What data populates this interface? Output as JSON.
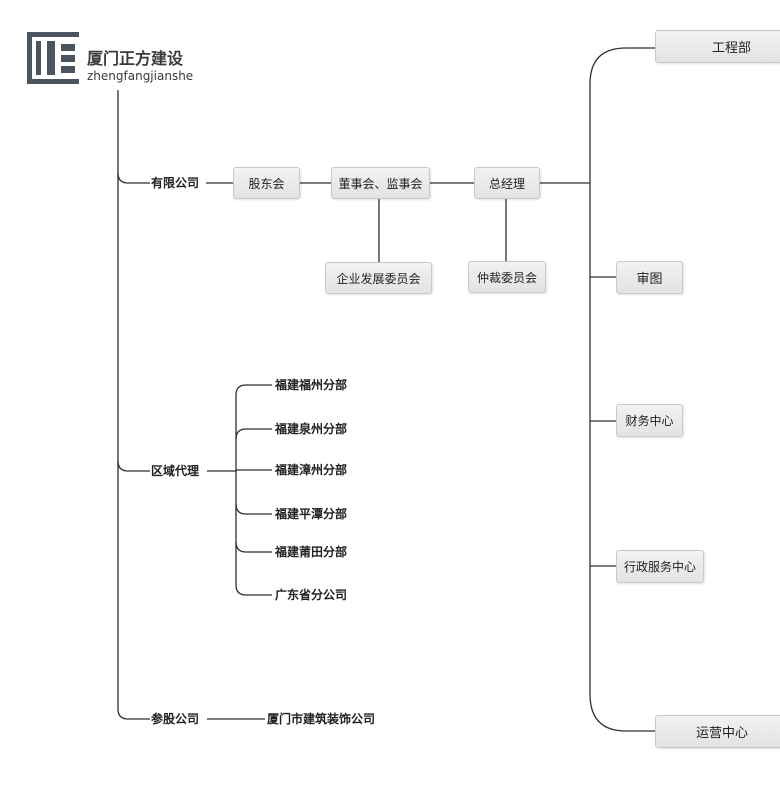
{
  "brand": {
    "name": "厦门正方建设",
    "pinyin": "zhengfangjianshe",
    "color": "#4a5560"
  },
  "branches": {
    "limited_company": "有限公司",
    "regional_agent": "区域代理",
    "affiliate": "参股公司"
  },
  "governance": {
    "shareholders": "股东会",
    "board": "董事会、监事会",
    "gm": "总经理",
    "development_committee": "企业发展委员会",
    "arbitration_committee": "仲裁委员会"
  },
  "regions": [
    "福建福州分部",
    "福建泉州分部",
    "福建漳州分部",
    "福建平潭分部",
    "福建莆田分部",
    "广东省分公司"
  ],
  "affiliate_company": "厦门市建筑装饰公司",
  "departments": {
    "engineering": "工程部",
    "drawing_review": "审图",
    "finance": "财务中心",
    "admin": "行政服务中心",
    "operations": "运营中心"
  },
  "colors": {
    "line": "#2f2f2f",
    "box_fill": "#eaeaea",
    "box_border": "#c9c9c9"
  }
}
